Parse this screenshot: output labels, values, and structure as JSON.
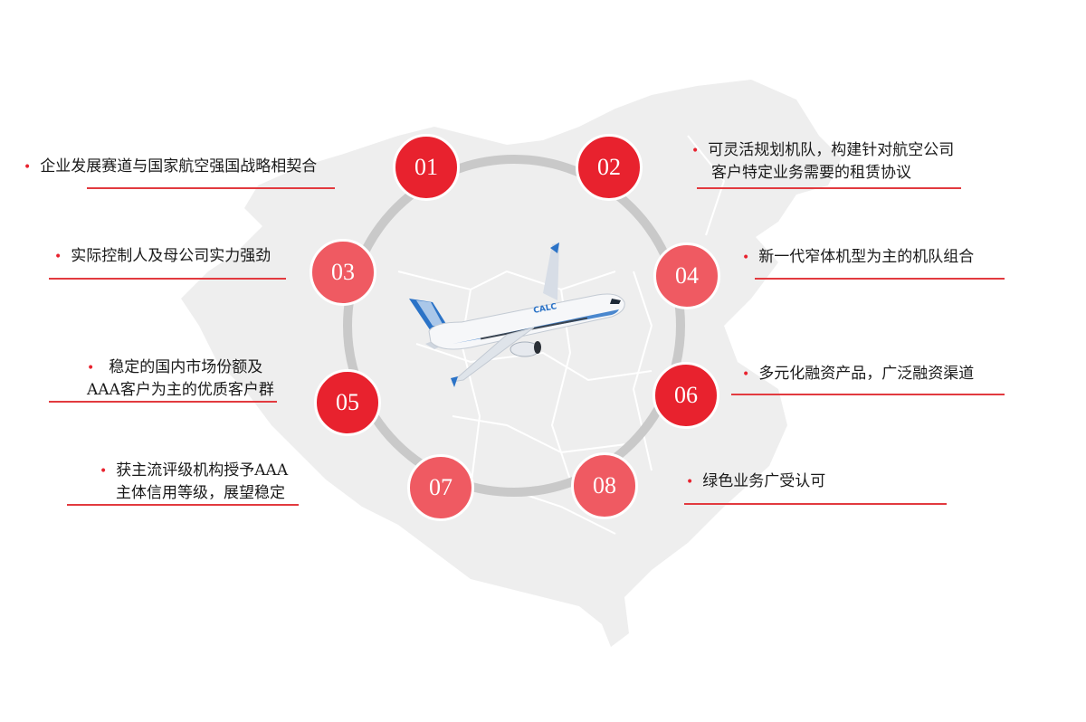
{
  "colors": {
    "accent_dark": "#e8222e",
    "accent_light": "#ef5a62",
    "ring": "#c9c9c9",
    "map": "#eeeeee",
    "underline": "#e23a3f"
  },
  "center": {
    "icon": "airplane-icon",
    "livery_text": "CALC"
  },
  "badges": [
    "01",
    "02",
    "03",
    "04",
    "05",
    "06",
    "07",
    "08"
  ],
  "items": {
    "i01": {
      "line1": "企业发展赛道与国家航空强国战略相契合",
      "line2": ""
    },
    "i02": {
      "line1": "可灵活规划机队，构建针对航空公司",
      "line2": "客户特定业务需要的租赁协议"
    },
    "i03": {
      "line1": "实际控制人及母公司实力强劲",
      "line2": ""
    },
    "i04": {
      "line1": "新一代窄体机型为主的机队组合",
      "line2": ""
    },
    "i05": {
      "line1": "稳定的国内市场份额及",
      "line2": "AAA客户为主的优质客户群"
    },
    "i06": {
      "line1": "多元化融资产品，广泛融资渠道",
      "line2": ""
    },
    "i07": {
      "line1": "获主流评级机构授予AAA",
      "line2": "主体信用等级，展望稳定"
    },
    "i08": {
      "line1": "绿色业务广受认可",
      "line2": ""
    }
  },
  "bullet": "•"
}
